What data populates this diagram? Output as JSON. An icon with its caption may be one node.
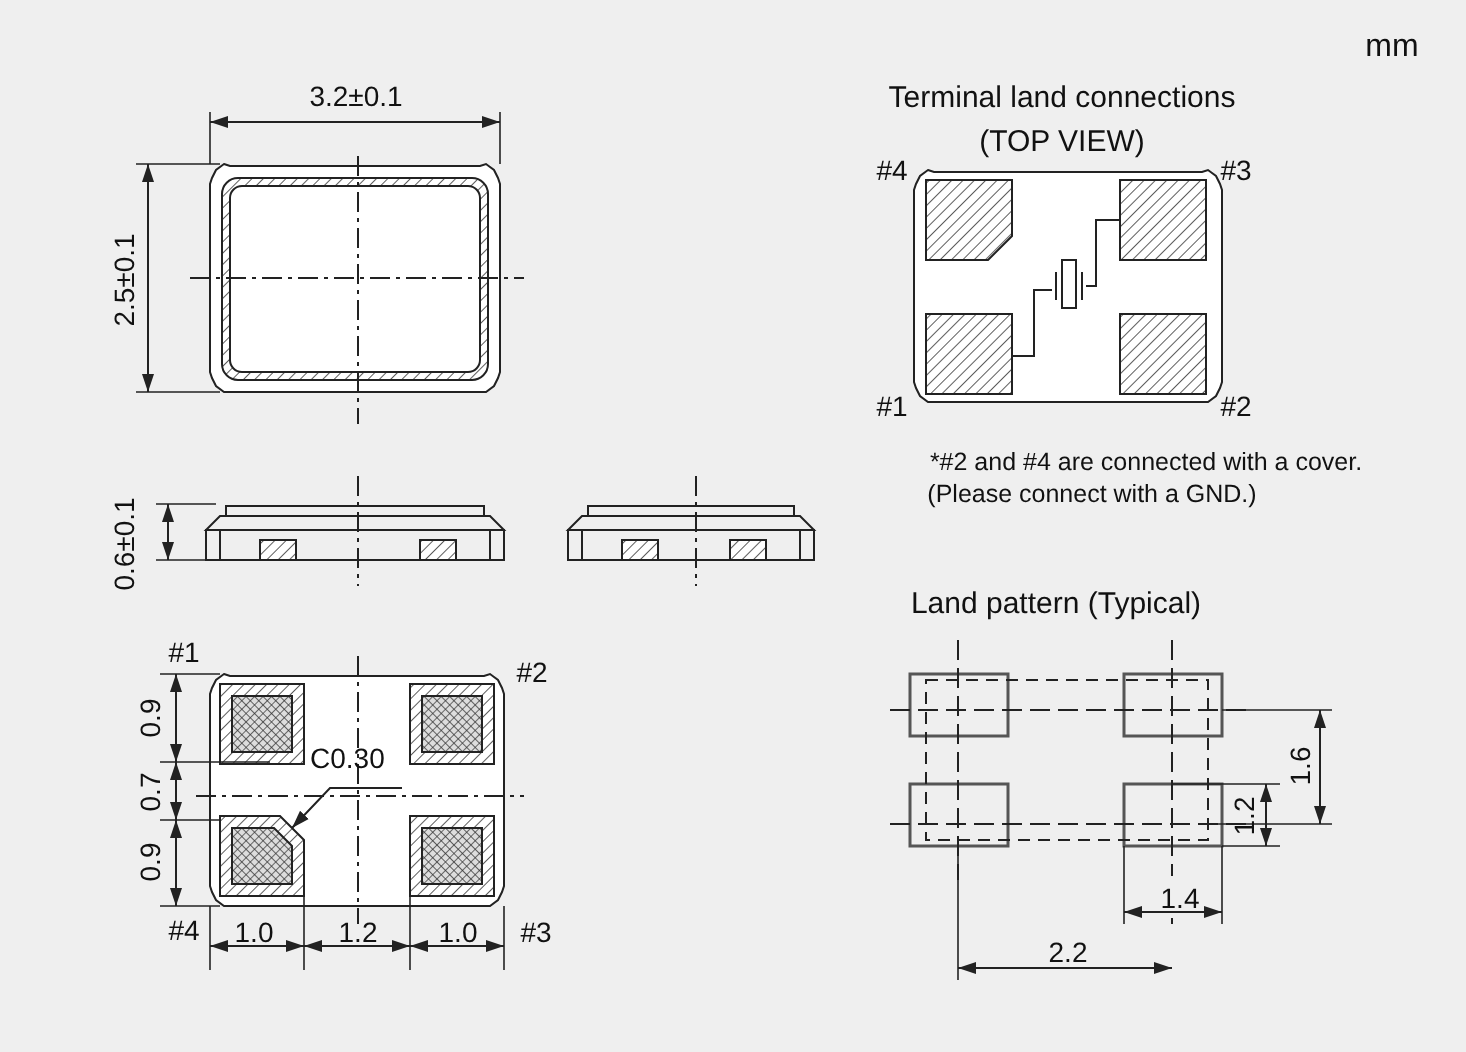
{
  "diagram": {
    "nodes": [
      {
        "text": [
          "C0.30"
        ]
      },
      {
        "text": [],
        "shape": "box"
      },
      {
        "text": [],
        "shape": "box"
      }
    ],
    "edges": [
      {
        "from": 0,
        "to": 1,
        "arrow": "to"
      }
    ],
    "labels": [
      "mm",
      "3.2±0.1",
      "Terminal land connections",
      "(TOP VIEW)",
      "2.5±0.1",
      "#4",
      "#3",
      "#1",
      "#2",
      "*#2 and #4 are connected with a cover.",
      "(Please connect with a GND.)",
      "0.6±0.1",
      "Land pattern (Typical)",
      "#1",
      "#2",
      "0.9",
      "0.7",
      "0.9",
      "#4",
      "1.0",
      "1.2",
      "1.0",
      "#3",
      "1.6",
      "1.2",
      "1.4",
      "2.2"
    ]
  }
}
